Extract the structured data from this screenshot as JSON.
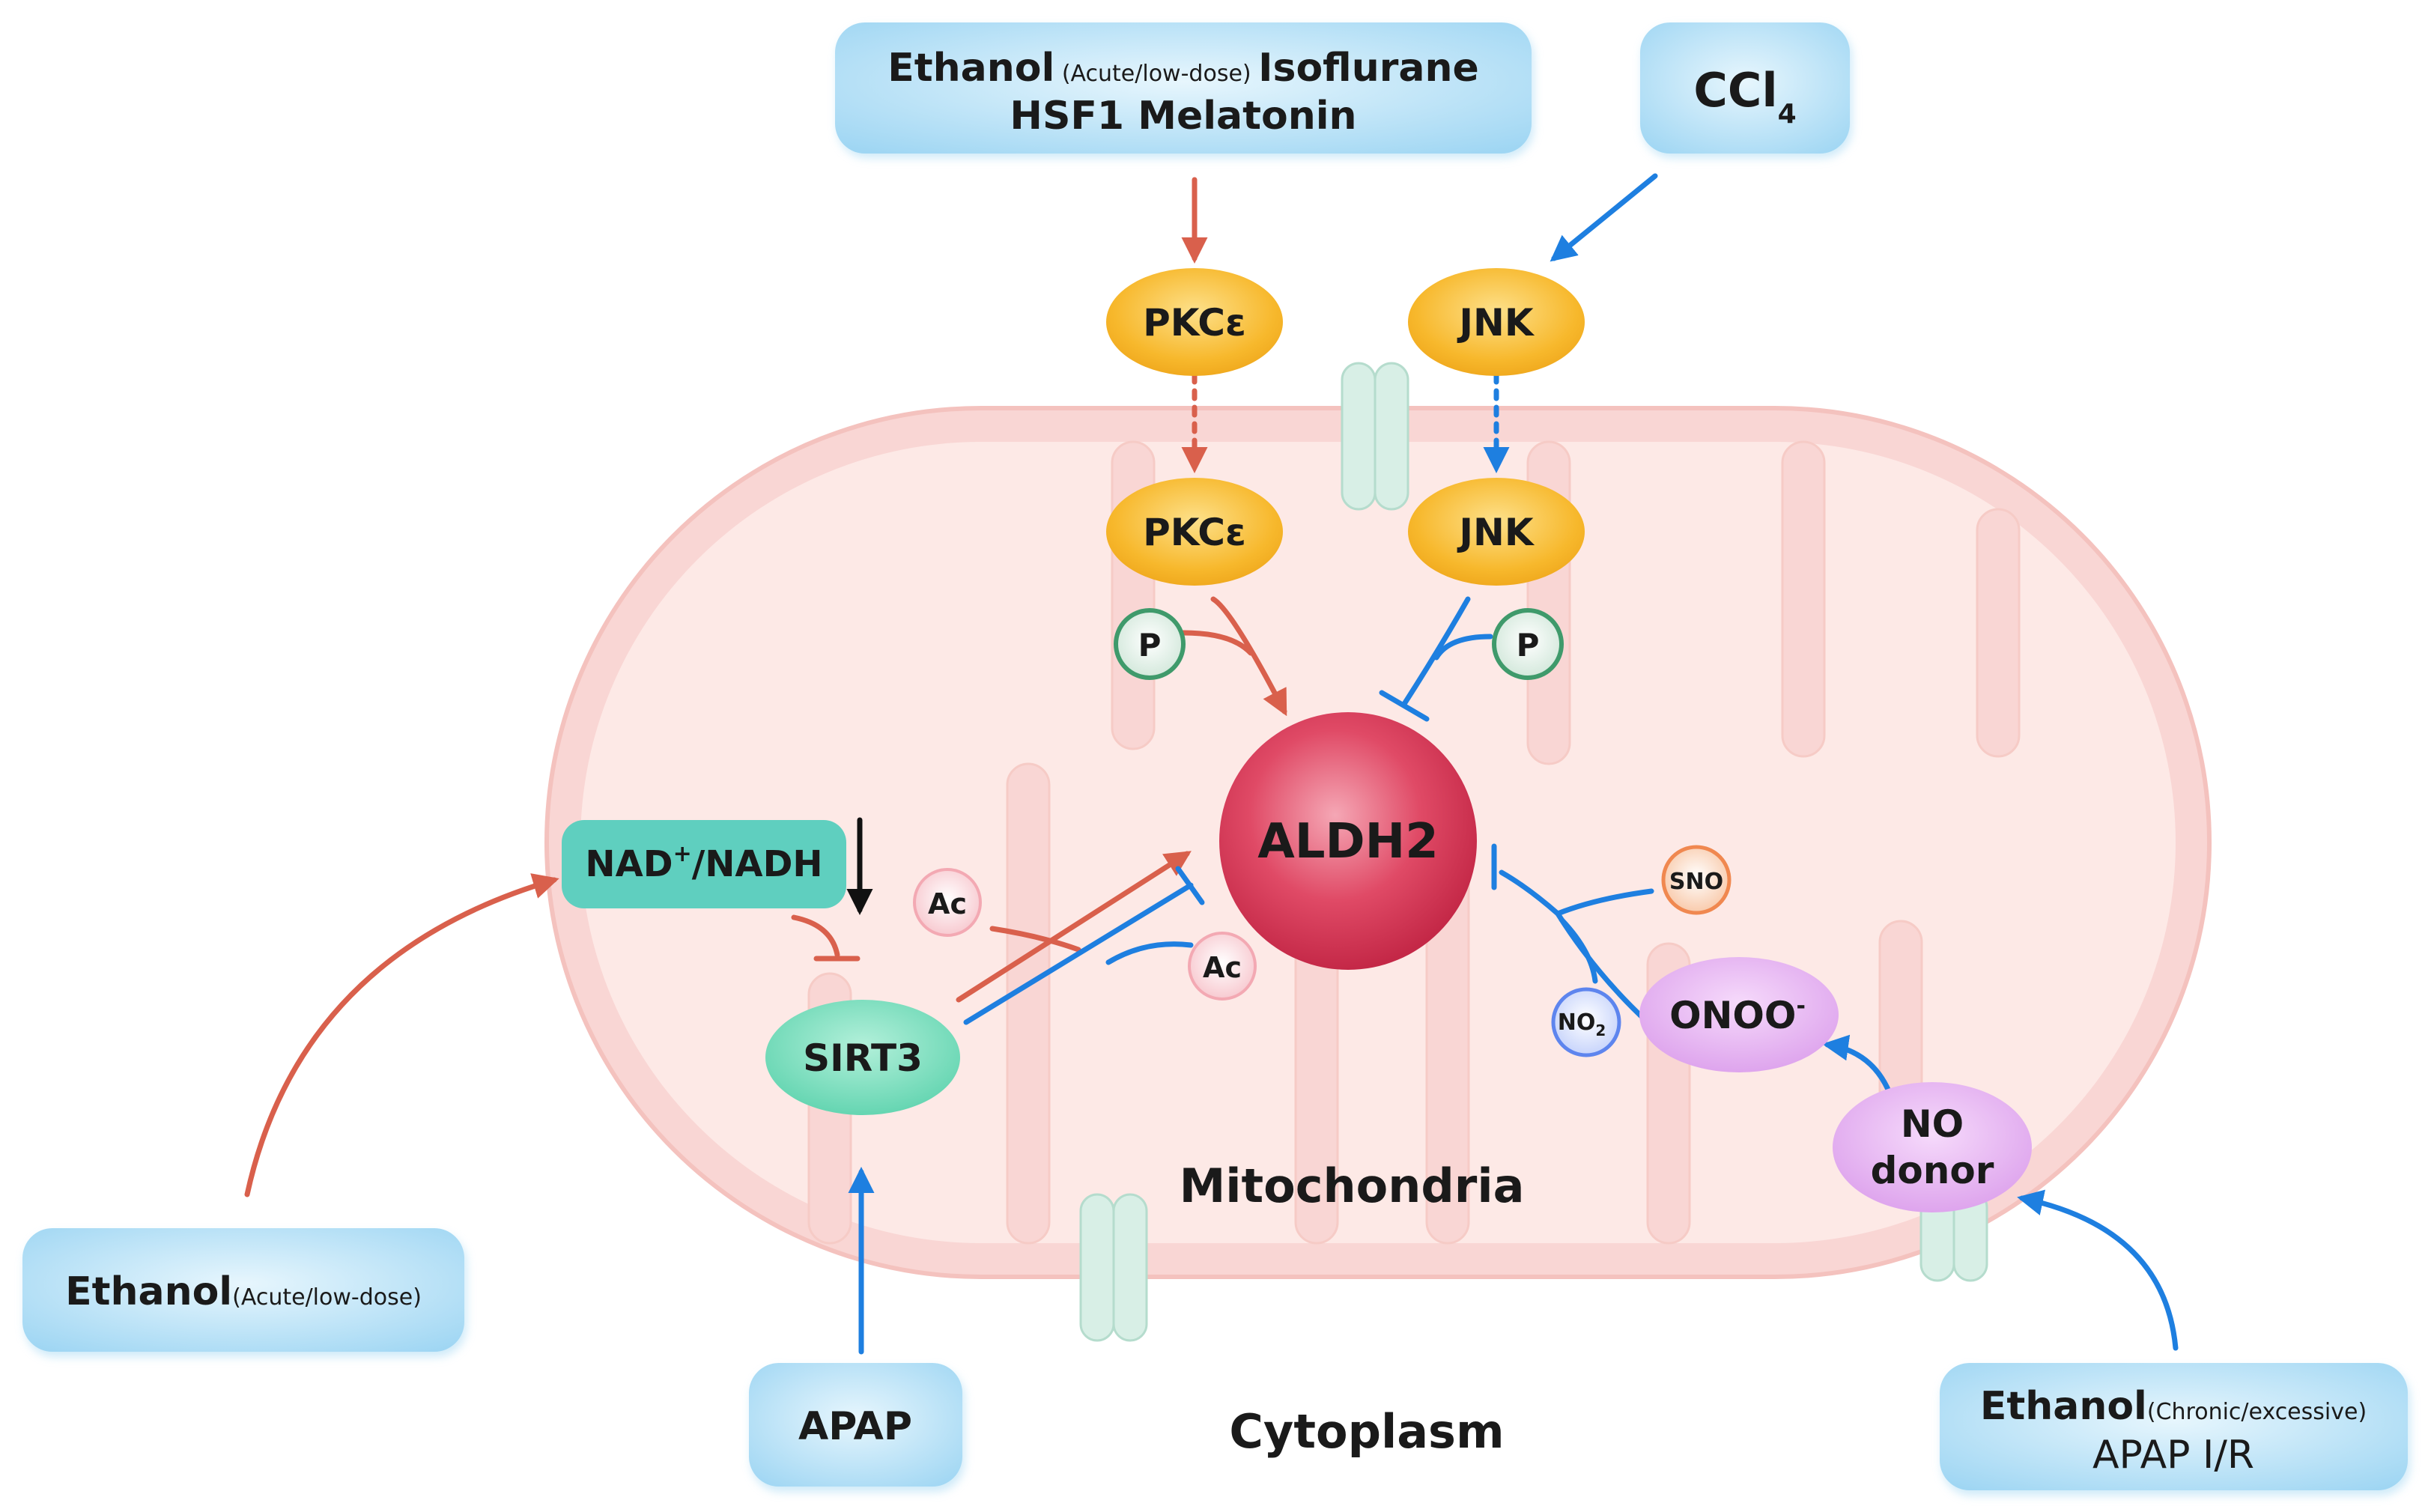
{
  "labels": {
    "top_left_box": {
      "line1_a": "Ethanol",
      "line1_small": " (Acute/low-dose) ",
      "line1_b": "Isoflurane",
      "line2": "HSF1 Melatonin"
    },
    "top_right_box": {
      "main": "CCl",
      "sub": "4"
    },
    "left_box": {
      "main": "Ethanol",
      "small": "(Acute/low-dose)"
    },
    "bottom_box": "APAP",
    "right_box": {
      "line1_a": "Ethanol",
      "line1_small": "(Chronic/excessive)",
      "line2": "APAP I/R"
    },
    "pkc_out": "PKCε",
    "pkc_in": "PKCε",
    "jnk_out": "JNK",
    "jnk_in": "JNK",
    "p_left": "P",
    "p_right": "P",
    "aldh2": "ALDH2",
    "nad": {
      "a": "NAD",
      "sup": "+",
      "b": "/NADH"
    },
    "sirt3": "SIRT3",
    "ac_top": "Ac",
    "ac_bottom": "Ac",
    "sno": "SNO",
    "no2": {
      "main": "NO",
      "sub": "2"
    },
    "onoo": {
      "main": "ONOO",
      "sup": "-"
    },
    "no_donor": {
      "line1": "NO",
      "line2": "donor"
    },
    "mitochondria": "Mitochondria",
    "cytoplasm": "Cytoplasm"
  },
  "colors": {
    "activation_arrow": "#d9604c",
    "inhibition_arrow": "#1e7fe0",
    "kinase": "#f7b82c",
    "aldh2": "#d83a55",
    "nad_box": "#5fcfbf",
    "sirt3": "#6fdcb8",
    "onoo": "#e4aef0",
    "input_box": "#b3e0f7",
    "mito_outer": "#f9d6d4",
    "mito_inner": "#fde9e6"
  }
}
